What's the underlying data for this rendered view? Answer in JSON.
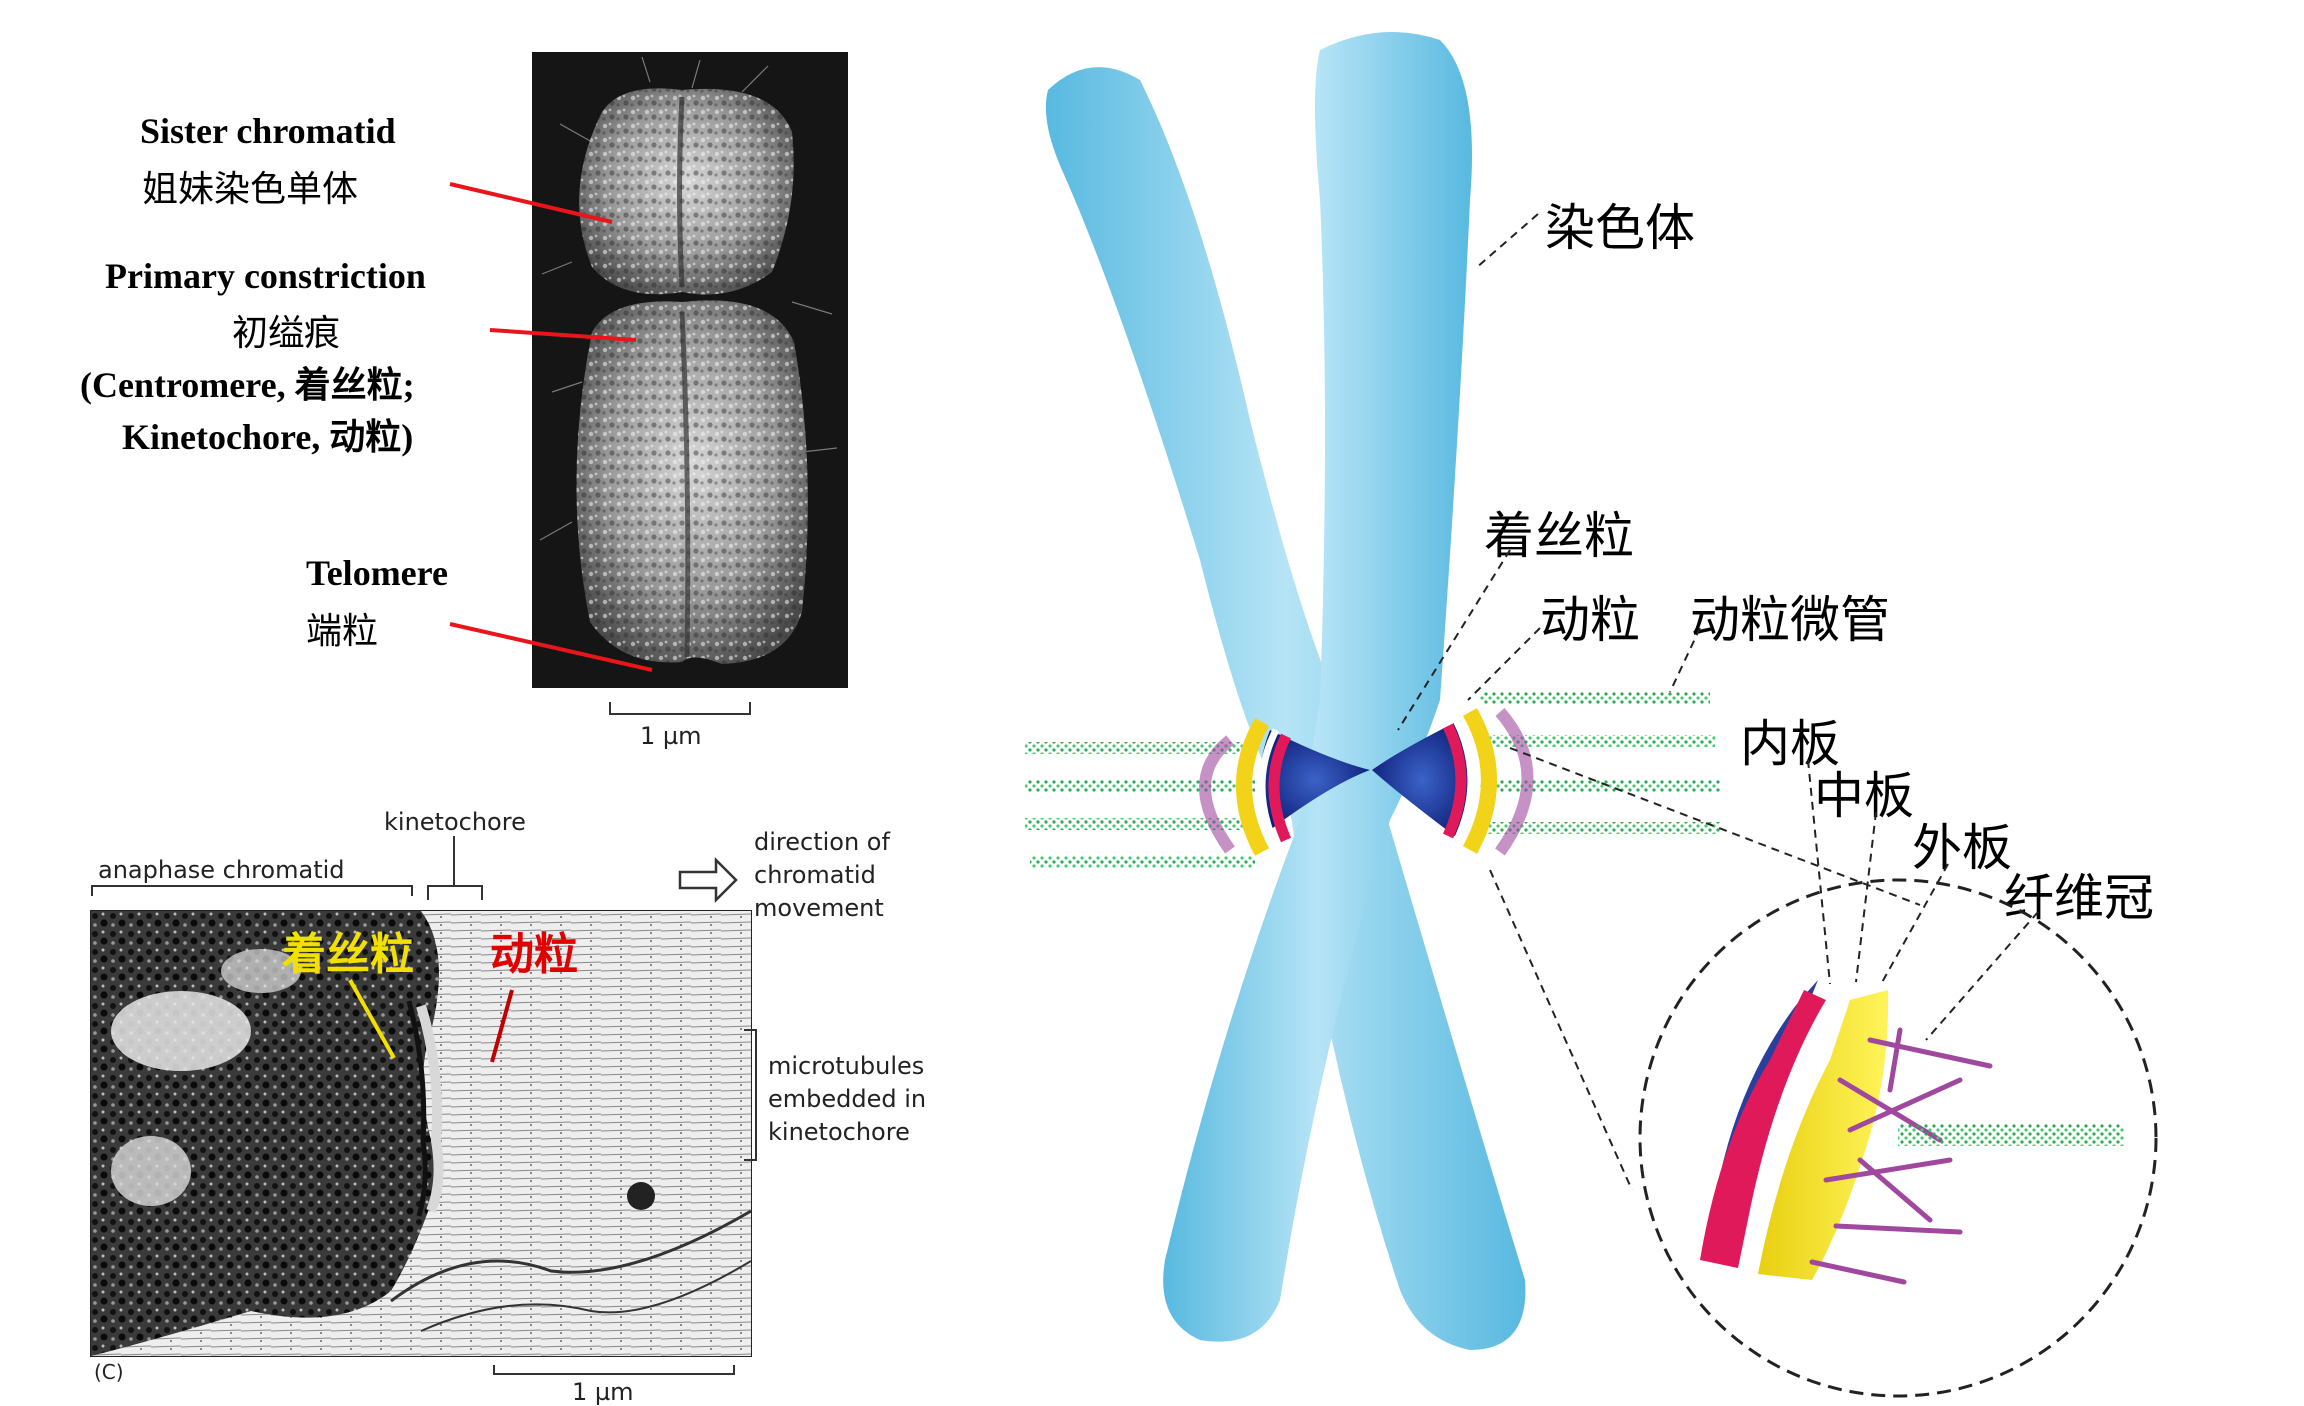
{
  "colors": {
    "pointer_red": "#e8151b",
    "chromosome_blue": "#5cc0e6",
    "centromere_navy": "#1a2a8c",
    "inner_plate": "#e01a5a",
    "outer_plate": "#f2e11a",
    "fibrous_corona": "#a0489e",
    "microtubule_green": "#3fcf6a",
    "yellow_label": "#f2e100",
    "red_label": "#e00000"
  },
  "sem_panel": {
    "scale_bar": "1 µm",
    "labels": {
      "sister_chromatid_en": "Sister chromatid",
      "sister_chromatid_zh": "姐妹染色单体",
      "primary_constriction_en": "Primary constriction",
      "primary_constriction_zh": "初缢痕",
      "centromere_line": "(Centromere, 着丝粒;",
      "kinetochore_line": "Kinetochore, 动粒)",
      "telomere_en": "Telomere",
      "telomere_zh": "端粒"
    }
  },
  "tem_panel": {
    "kinetochore_label": "kinetochore",
    "anaphase_label": "anaphase chromatid",
    "direction_lines": [
      "direction of",
      "chromatid",
      "movement"
    ],
    "microtubule_lines": [
      "microtubules",
      "embedded in",
      "kinetochore"
    ],
    "centromere_label": "着丝粒",
    "kinetochore_zh": "动粒",
    "panel_letter": "(C)",
    "scale_bar": "1 µm"
  },
  "diagram": {
    "chromosome": "染色体",
    "centromere": "着丝粒",
    "kinetochore": "动粒",
    "kinetochore_microtubule": "动粒微管",
    "inner_plate": "内板",
    "middle_plate": "中板",
    "outer_plate": "外板",
    "fibrous_corona": "纤维冠"
  }
}
